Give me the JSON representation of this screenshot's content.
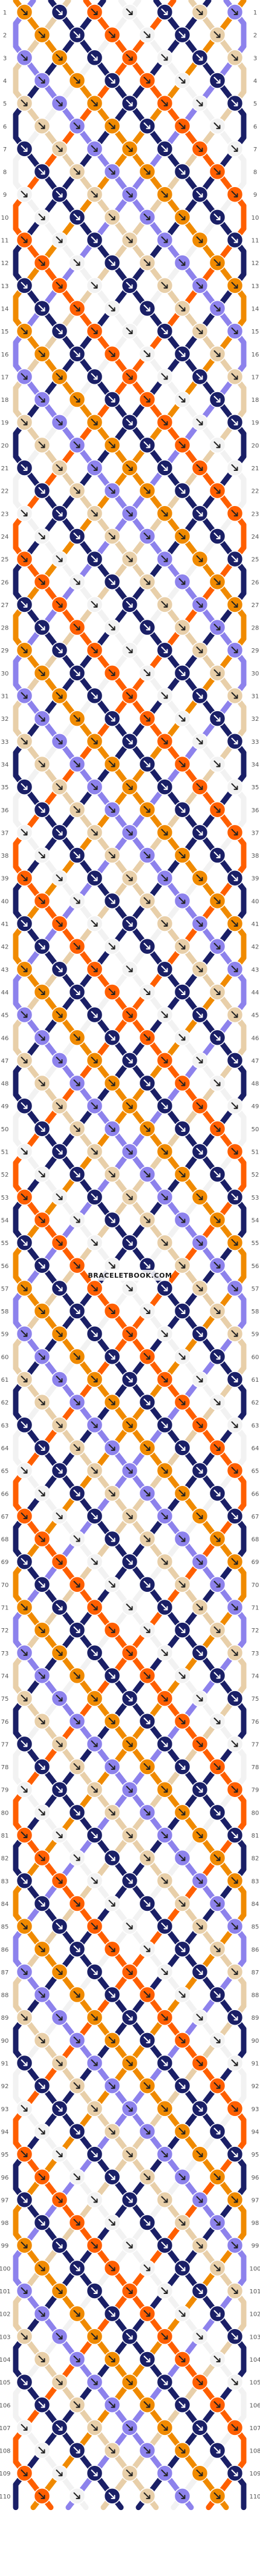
{
  "pattern": {
    "strings": 14,
    "rows": 110,
    "colors": {
      "A": "#f08a00",
      "B": "#e8cfa9",
      "C": "#ff5f00",
      "D": "#8d82ec",
      "E": "#1a1f66",
      "F": "#f2f2f2"
    },
    "string_order": [
      "A",
      "D",
      "E",
      "B",
      "C",
      "E",
      "F",
      "F",
      "E",
      "C",
      "B",
      "E",
      "D",
      "A"
    ],
    "row_labels_left": [
      "1",
      "2",
      "3",
      "4",
      "5",
      "6",
      "7",
      "8",
      "9",
      "10",
      "11",
      "12",
      "13",
      "14",
      "15",
      "16",
      "17",
      "18",
      "19",
      "20",
      "21",
      "22",
      "23",
      "24",
      "25",
      "26",
      "27",
      "28",
      "29",
      "30",
      "31",
      "32",
      "33",
      "34",
      "35",
      "36",
      "37",
      "38",
      "39",
      "40",
      "41",
      "42",
      "43",
      "44",
      "45",
      "46",
      "47",
      "48",
      "49",
      "50",
      "51",
      "52",
      "53",
      "54",
      "55",
      "56",
      "57",
      "58",
      "59",
      "60",
      "61",
      "62",
      "63",
      "64",
      "65",
      "66",
      "67",
      "68",
      "69",
      "70",
      "71",
      "72",
      "73",
      "74",
      "75",
      "76",
      "77",
      "78",
      "79",
      "80",
      "81",
      "82",
      "83",
      "84",
      "85",
      "86",
      "87",
      "88",
      "89",
      "90",
      "91",
      "92",
      "93",
      "94",
      "95",
      "96",
      "97",
      "98",
      "99",
      "100",
      "101",
      "102",
      "103",
      "104",
      "105",
      "106",
      "107",
      "108",
      "109",
      "110"
    ],
    "row_labels_right": [
      "1",
      "2",
      "3",
      "4",
      "5",
      "6",
      "7",
      "8",
      "9",
      "10",
      "11",
      "12",
      "13",
      "14",
      "15",
      "16",
      "17",
      "18",
      "19",
      "20",
      "21",
      "22",
      "23",
      "24",
      "25",
      "26",
      "27",
      "28",
      "29",
      "30",
      "31",
      "32",
      "33",
      "34",
      "35",
      "36",
      "37",
      "38",
      "39",
      "40",
      "41",
      "42",
      "43",
      "44",
      "45",
      "46",
      "47",
      "48",
      "49",
      "50",
      "51",
      "52",
      "53",
      "54",
      "55",
      "56",
      "57",
      "58",
      "59",
      "60",
      "61",
      "62",
      "63",
      "64",
      "65",
      "66",
      "67",
      "68",
      "69",
      "70",
      "71",
      "72",
      "73",
      "74",
      "75",
      "76",
      "77",
      "78",
      "79",
      "80",
      "81",
      "82",
      "83",
      "84",
      "85",
      "86",
      "87",
      "88",
      "89",
      "90",
      "91",
      "92",
      "93",
      "94",
      "95",
      "96",
      "97",
      "98",
      "99",
      "100",
      "101",
      "102",
      "103",
      "104",
      "105",
      "106",
      "107",
      "108",
      "109",
      "110"
    ]
  },
  "watermark": "BRACELETBOOK.COM"
}
